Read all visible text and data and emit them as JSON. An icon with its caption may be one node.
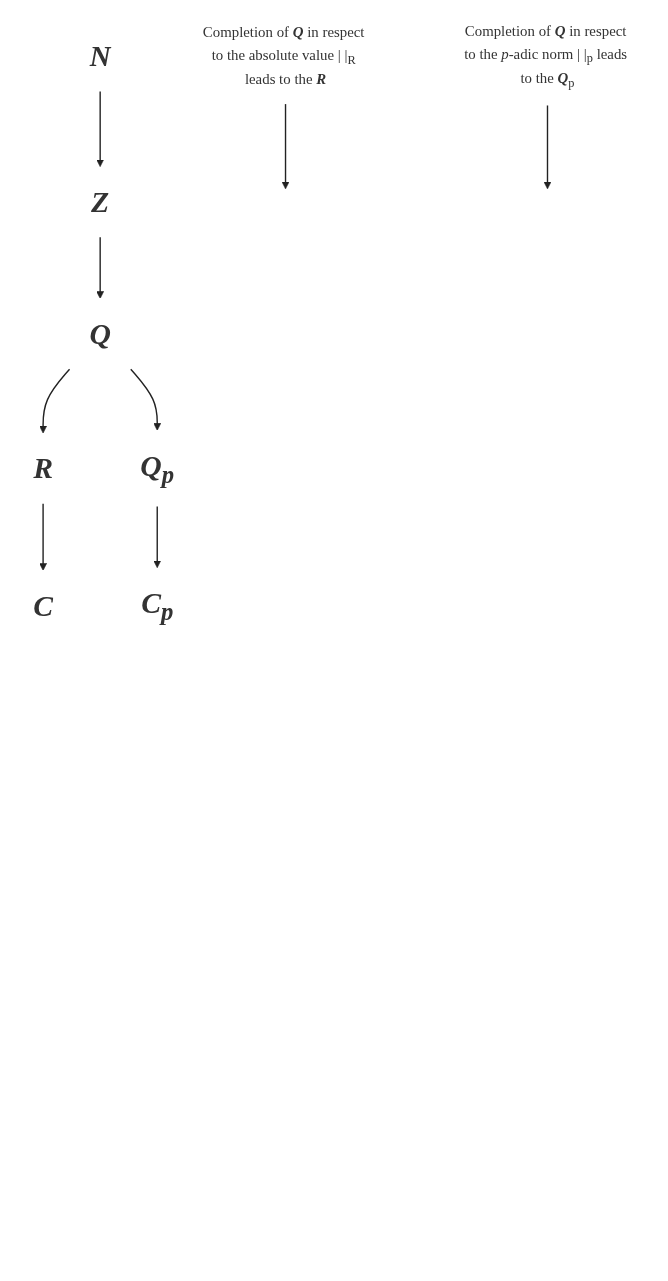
{
  "diagram": {
    "nodes": [
      {
        "text": [
          "N"
        ]
      },
      {
        "text": [
          "Z"
        ]
      },
      {
        "text": [
          "Q"
        ]
      },
      {
        "text": [
          "R"
        ]
      },
      {
        "text": [
          "Q$_{p}$"
        ]
      },
      {
        "text": [
          "C"
        ]
      },
      {
        "text": [
          "C$_{p}$"
        ]
      },
      {
        "text": [
          "Completion of **Q** in respect to the absolute value | |$_{R}$ leads to the **R**"
        ]
      },
      {
        "text": [
          "Completion of **Q** in respect to the *p*-adic norm | |$_{p}$ leads to the **Q**$_{p}$"
        ]
      }
    ],
    "edges": [
      {
        "from": 0,
        "to": 1,
        "arrow": "to"
      },
      {
        "from": 1,
        "to": 2,
        "arrow": "to"
      },
      {
        "from": 2,
        "to": 3,
        "arrow": "to"
      },
      {
        "from": 2,
        "to": 4,
        "arrow": "to"
      },
      {
        "from": 3,
        "to": 5,
        "arrow": "to"
      },
      {
        "from": 4,
        "to": 6,
        "arrow": "to"
      },
      {
        "from": 7,
        "to": null,
        "arrow": "to"
      },
      {
        "from": 8,
        "to": null,
        "arrow": "to"
      }
    ]
  }
}
